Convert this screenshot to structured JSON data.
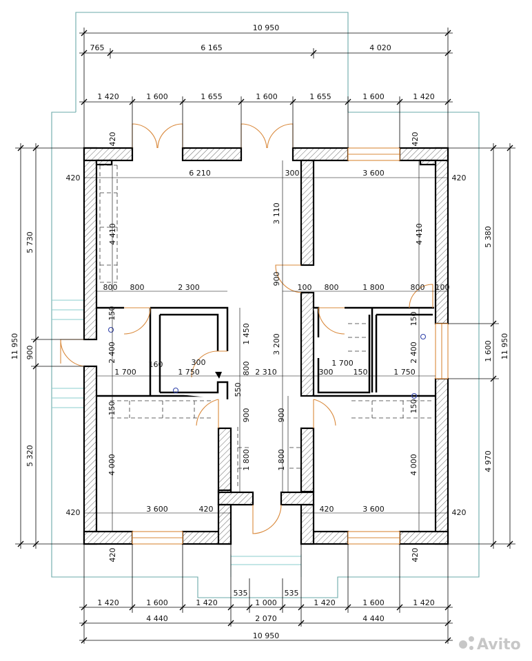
{
  "plan": {
    "dims_top_total": "10 950",
    "dims_top_row2": [
      "765",
      "6 165",
      "4 020"
    ],
    "dims_top_row3": [
      "1 420",
      "1 600",
      "1 655",
      "1 600",
      "1 655",
      "1 600",
      "1 420"
    ],
    "dims_bottom_row1": [
      "1 420",
      "1 600",
      "1 420",
      "1 000",
      "1 420",
      "1 600",
      "1 420"
    ],
    "dims_bottom_row2": [
      "4 440",
      "2 070",
      "4 440"
    ],
    "dims_bottom_total": "10 950",
    "dims_bottom_535": [
      "535",
      "535"
    ],
    "dims_left_outer": "11 950",
    "dims_left_inner": [
      "5 730",
      "900",
      "5 320"
    ],
    "dims_right_outer": "11 950",
    "dims_right_inner": [
      "5 380",
      "1 600",
      "4 970"
    ],
    "wall_thickness": "420",
    "interior": {
      "living_width": "6 210",
      "nw_height": "4 410",
      "ne_width": "3 600",
      "ne_height": "4 410",
      "ne_300": "300",
      "hall_3110": "3 110",
      "hall_900": "900",
      "hall_3200": "3 200",
      "hall_2310": "2 310",
      "row_left": [
        "800",
        "800",
        "2 300"
      ],
      "row_right": [
        "100",
        "800",
        "1 800",
        "800",
        "100"
      ],
      "bath_left_150a": "150",
      "bath_left_2400": "2 400",
      "bath_left_1450": "1 450",
      "bath_left_160": "160",
      "bath_left_300": "300",
      "bath_left_800": "800",
      "bath_left_1700": "1 700",
      "bath_left_1750": "1 750",
      "bath_left_550": "550",
      "bath_right_150": "150",
      "bath_right_2400": "2 400",
      "bath_right_1700": "1 700",
      "bath_right_300": "300",
      "bath_right_150b": "150",
      "bath_right_1750": "1 750",
      "sw_150": "150",
      "sw_height": "4 000",
      "sw_width": "3 600",
      "sw_420": "420",
      "hall_900b": "900",
      "hall_1800": "1 800",
      "hall_900c": "900",
      "hall_1800b": "1 800",
      "se_150": "150",
      "se_height": "4 000",
      "se_width": "3 600",
      "se_420": "420"
    },
    "watermark": "Avito",
    "colors": {
      "wall": "#000000",
      "door": "#d9883a",
      "outline": "#6aa8a8",
      "marker": "#3344aa"
    }
  }
}
